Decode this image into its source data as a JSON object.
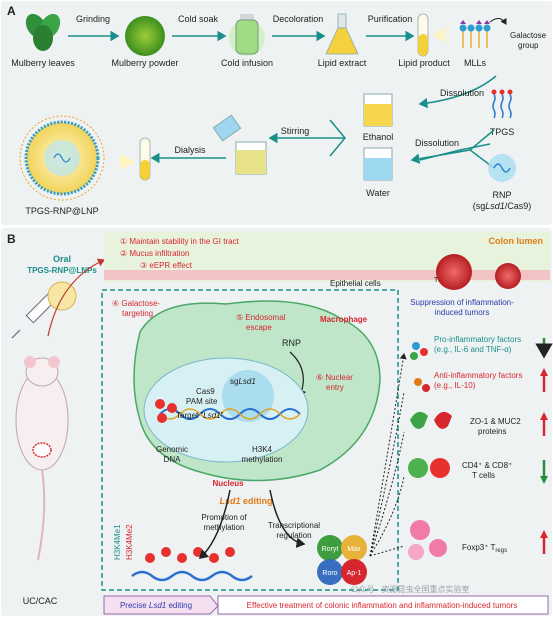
{
  "panelA": {
    "letter": "A",
    "steps": {
      "mulberry_leaves": "Mulberry leaves",
      "mulberry_powder": "Mulberry powder",
      "cold_infusion": "Cold infusion",
      "lipid_extract": "Lipid extract",
      "lipid_product": "Lipid product",
      "mlls": "MLLs",
      "galactose_group": "Galactose group",
      "ethanol": "Ethanol",
      "tpgs": "TPGS",
      "water": "Water",
      "rnp": "RNP",
      "rnp_sub_pre": "(sg",
      "rnp_sub_gene": "Lsd1",
      "rnp_sub_post": "/Cas9)",
      "product": "TPGS-RNP@LNP"
    },
    "arrows": {
      "grinding": "Grinding",
      "cold_soak": "Cold soak",
      "decoloration": "Decoloration",
      "purification": "Purification",
      "dissolution1": "Dissolution",
      "dissolution2": "Dissolution",
      "stirring": "Stirring",
      "dialysis": "Dialysis"
    }
  },
  "panelB": {
    "letter": "B",
    "oral_line1": "Oral",
    "oral_line2": "TPGS-RNP@LNPs",
    "mouse_label": "UC/CAC",
    "colon_lumen": "Colon lumen",
    "step1": "① Maintain stability in the GI tract",
    "step2": "② Mucus infiltration",
    "step3": "③ eEPR effect",
    "epithelial": "Epithelial cells",
    "tumor_cells": "Tumor cells",
    "suppression": "Suppression of inflammation-induced tumors",
    "step4": "④ Galactose-",
    "step4b": "targeting",
    "step5": "⑤ Endosomal",
    "step5b": "escape",
    "step6": "⑥ Nuclear",
    "step6b": "entry",
    "macrophage": "Macrophage",
    "rnp": "RNP",
    "cas9": "Cas9",
    "sglsd1_pre": "sg",
    "sglsd1_gene": "Lsd1",
    "pam": "PAM site",
    "target_pre": "Target \"",
    "target_gene": "Lsd1",
    "target_post": "\"",
    "genomic1": "Genomic",
    "genomic2": "DNA",
    "h3k4_1": "H3K4",
    "h3k4_2": "methylation",
    "nucleus": "Nucleus",
    "me": "Me",
    "lsd1_gene": "Lsd1",
    "lsd1_post": " editing",
    "h3k4me1": "H3K4Me1",
    "h3k4me2": "H3K4Me2",
    "promotion1": "Promotion of",
    "promotion2": "methylation",
    "transc1": "Transcriptional",
    "transc2": "regulation",
    "tf": [
      "Roryt",
      "Max",
      "Roro",
      "Ap-1"
    ],
    "pro_inflam1": "Pro-inflammatory factors",
    "pro_inflam2": "(e.g., IL-6 and TNF-α)",
    "anti_inflam1": "Anti-inflammatory factors",
    "anti_inflam2": "(e.g., IL-10)",
    "zo1_1": "ZO-1 & MUC2",
    "zo1_2": "proteins",
    "cd_1": "CD4⁺ & CD8⁺",
    "cd_2": "T cells",
    "foxp3": "Foxp3⁺ T",
    "foxp3_sub": "regs",
    "bottom_left_pre": "Precise ",
    "bottom_left_gene": "Lsd1",
    "bottom_left_post": " editing",
    "bottom_right": "Effective treatment of colonic inflammation and inflammation-induced tumors",
    "watermark": "公众号 · 资源昆虫全国重点实验室"
  },
  "colors": {
    "panel_bg": "#eef2f3",
    "teal": "#1a8f8a",
    "red_text": "#d8262e",
    "blue_text": "#2a3aa8",
    "orange_text": "#e07a16",
    "macrophage": "#bfe6c9",
    "nucleus": "#d7f0f4"
  }
}
